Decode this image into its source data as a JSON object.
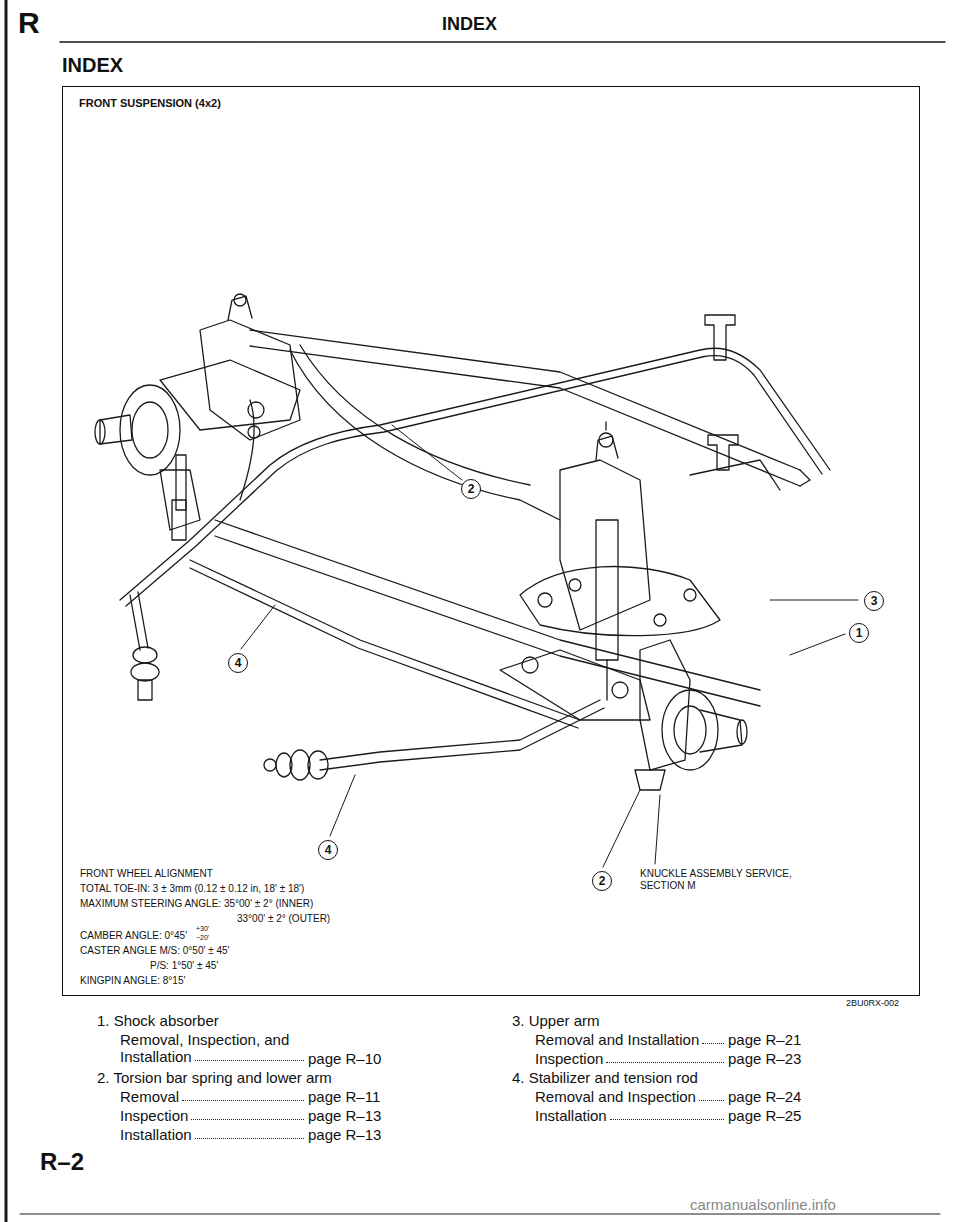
{
  "diagram": {
    "title": "INDEX",
    "nodes": [
      {
        "text": [
          "FRONT SUSPENSION (4x2)"
        ]
      },
      {
        "text": [
          "2"
        ],
        "in": 0
      },
      {
        "text": [
          "3"
        ],
        "in": 0
      },
      {
        "text": [
          "1"
        ],
        "in": 0
      },
      {
        "text": [
          "4"
        ],
        "in": 0
      },
      {
        "text": [
          "4"
        ],
        "in": 0
      },
      {
        "text": [
          "2"
        ],
        "in": 0
      }
    ],
    "labels": [
      "R",
      "INDEX",
      "FRONT WHEEL ALIGNMENT",
      "TOTAL TOE-IN: 3 ± 3mm (0.12 ± 0.12 in, 18' ± 18')",
      "MAXIMUM STEERING ANGLE: 35°00' ± 2° (INNER)",
      "33°00' ± 2° (OUTER)",
      "CAMBER ANGLE: 0°45'",
      "+30'",
      "−20'",
      "CASTER ANGLE M/S: 0°50' ± 45'",
      "P/S: 1°50' ± 45'",
      "KINGPIN ANGLE: 8°15'",
      "KNUCKLE ASSEMBLY SERVICE, SECTION M",
      "2BU0RX-002",
      "1. Shock absorber",
      "Removal, Inspection, and Installation",
      "page R–10",
      "2. Torsion bar spring and lower arm",
      "Removal",
      "page R–11",
      "Inspection",
      "page R–13",
      "Installation",
      "page R–13",
      "3. Upper arm",
      "Removal and Installation",
      "page R–21",
      "Inspection",
      "page R–23",
      "4. Stabilizer and tension rod",
      "Removal and Inspection",
      "page R–24",
      "Installation",
      "page R–25",
      "R–2",
      "carmanualsonline.info"
    ]
  }
}
